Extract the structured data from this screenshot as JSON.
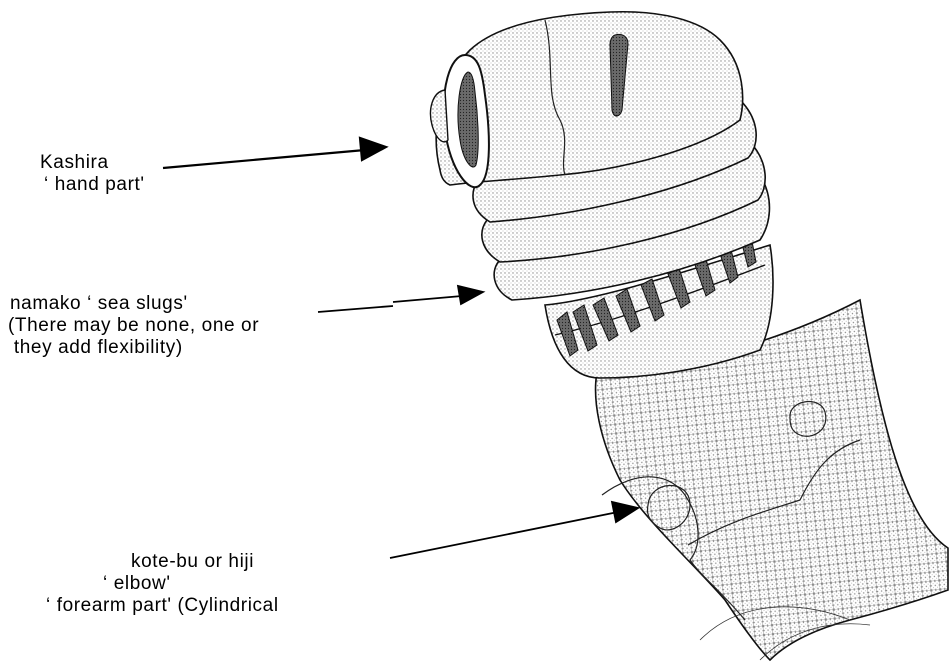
{
  "labels": {
    "kashira": {
      "name": "Kashira",
      "gloss": "‘ hand part'"
    },
    "namako": {
      "name": "namako ‘ sea slugs'",
      "note_line1": "(There may be none, one or",
      "note_line2": " they add flexibility)"
    },
    "kote_bu": {
      "name": "kote-bu or hiji",
      "gloss1": "‘ elbow'",
      "gloss2": "‘ forearm part' (Cylindrical"
    }
  },
  "colors": {
    "ink": "#000000",
    "background": "#ffffff",
    "stipple": "#9a9a9a"
  }
}
